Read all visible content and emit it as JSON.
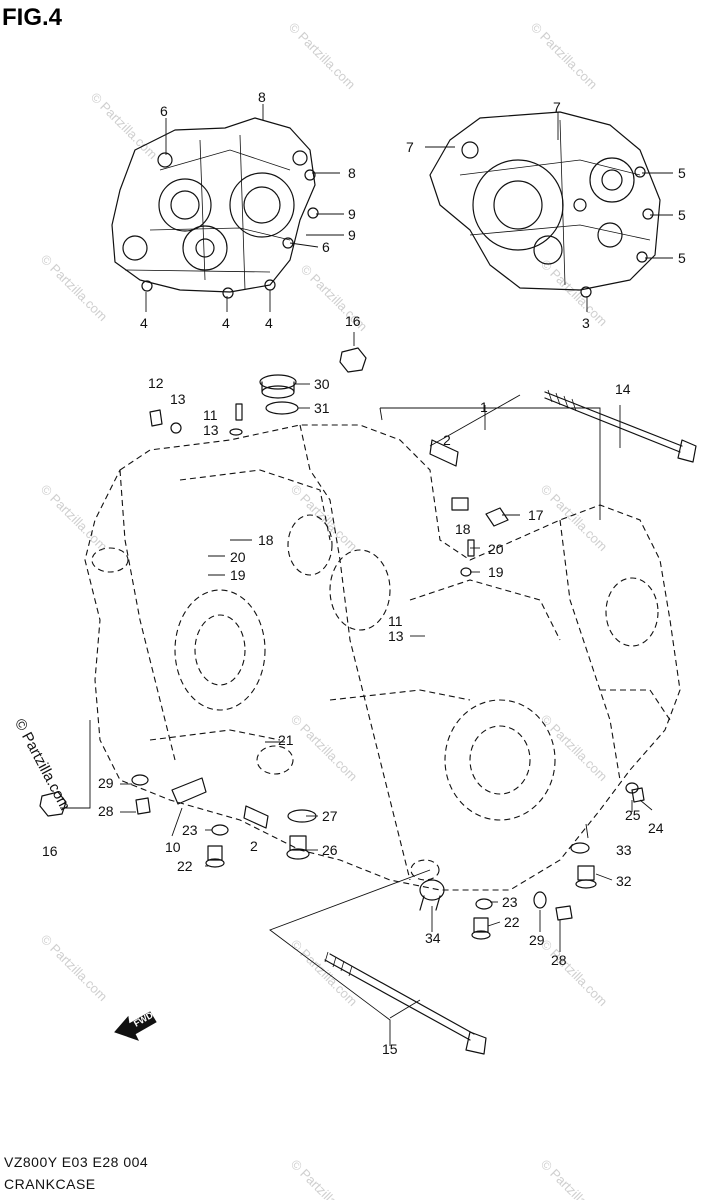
{
  "figure": {
    "title": "FIG.4",
    "model_line": "VZ800Y E03 E28  004",
    "section_name": "CRANKCASE",
    "copyright": "© Partzilla.com",
    "watermark": "© Partzilla.com"
  },
  "callouts": [
    {
      "id": "c6a",
      "label": "6"
    },
    {
      "id": "c8a",
      "label": "8"
    },
    {
      "id": "c8b",
      "label": "8"
    },
    {
      "id": "c9a",
      "label": "9"
    },
    {
      "id": "c9b",
      "label": "9"
    },
    {
      "id": "c6b",
      "label": "6"
    },
    {
      "id": "c4a",
      "label": "4"
    },
    {
      "id": "c4b",
      "label": "4"
    },
    {
      "id": "c4c",
      "label": "4"
    },
    {
      "id": "c7a",
      "label": "7"
    },
    {
      "id": "c7b",
      "label": "7"
    },
    {
      "id": "c5a",
      "label": "5"
    },
    {
      "id": "c5b",
      "label": "5"
    },
    {
      "id": "c5c",
      "label": "5"
    },
    {
      "id": "c3",
      "label": "3"
    },
    {
      "id": "c16a",
      "label": "16"
    },
    {
      "id": "c30",
      "label": "30"
    },
    {
      "id": "c31",
      "label": "31"
    },
    {
      "id": "c12",
      "label": "12"
    },
    {
      "id": "c13a",
      "label": "13"
    },
    {
      "id": "c11a",
      "label": "11"
    },
    {
      "id": "c13b",
      "label": "13"
    },
    {
      "id": "c1",
      "label": "1"
    },
    {
      "id": "c2a",
      "label": "2"
    },
    {
      "id": "c14",
      "label": "14"
    },
    {
      "id": "c18a",
      "label": "18"
    },
    {
      "id": "c17",
      "label": "17"
    },
    {
      "id": "c18b",
      "label": "18"
    },
    {
      "id": "c20a",
      "label": "20"
    },
    {
      "id": "c19a",
      "label": "19"
    },
    {
      "id": "c20b",
      "label": "20"
    },
    {
      "id": "c19b",
      "label": "19"
    },
    {
      "id": "c11b",
      "label": "11"
    },
    {
      "id": "c13c",
      "label": "13"
    },
    {
      "id": "c21",
      "label": "21"
    },
    {
      "id": "c29a",
      "label": "29"
    },
    {
      "id": "c28a",
      "label": "28"
    },
    {
      "id": "c16b",
      "label": "16"
    },
    {
      "id": "c10",
      "label": "10"
    },
    {
      "id": "c23a",
      "label": "23"
    },
    {
      "id": "c22a",
      "label": "22"
    },
    {
      "id": "c2b",
      "label": "2"
    },
    {
      "id": "c27",
      "label": "27"
    },
    {
      "id": "c26",
      "label": "26"
    },
    {
      "id": "c25",
      "label": "25"
    },
    {
      "id": "c24",
      "label": "24"
    },
    {
      "id": "c33",
      "label": "33"
    },
    {
      "id": "c32",
      "label": "32"
    },
    {
      "id": "c23b",
      "label": "23"
    },
    {
      "id": "c22b",
      "label": "22"
    },
    {
      "id": "c34",
      "label": "34"
    },
    {
      "id": "c29b",
      "label": "29"
    },
    {
      "id": "c28b",
      "label": "28"
    },
    {
      "id": "c15",
      "label": "15"
    }
  ],
  "fwd_badge": "FWD"
}
